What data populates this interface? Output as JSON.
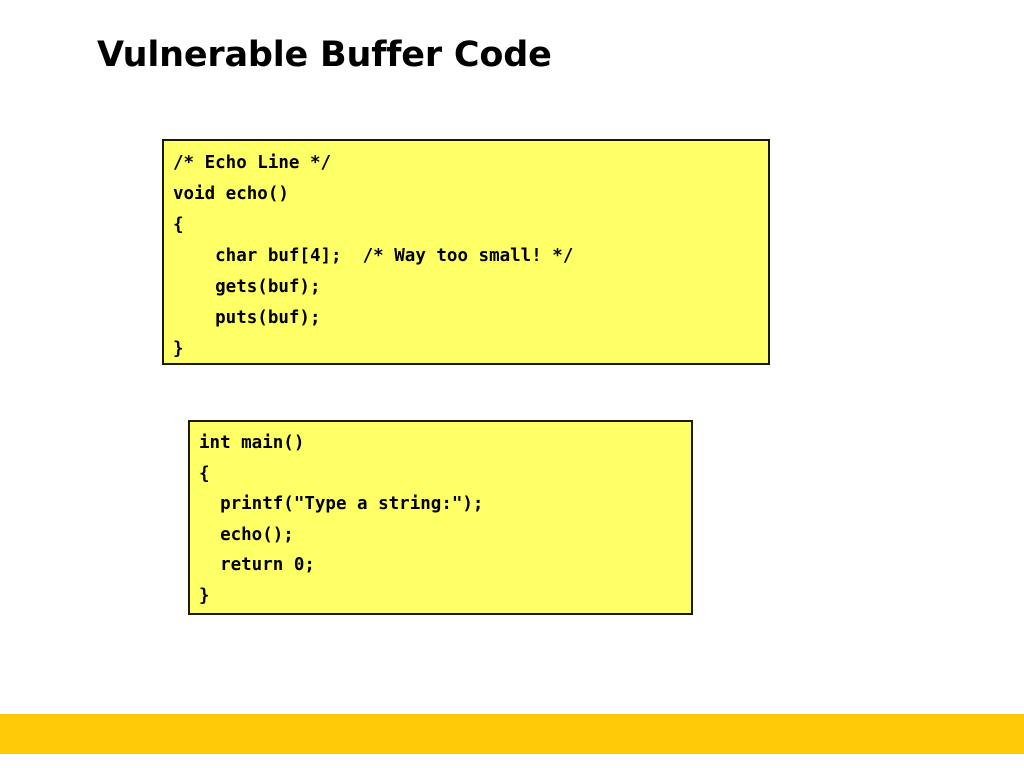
{
  "slide": {
    "title": "Vulnerable Buffer Code",
    "background_color": "#ffffff",
    "accent_color": "#ffc907",
    "code_fill_color": "#ffff66",
    "code_border_color": "#191905"
  },
  "code_blocks": [
    {
      "name": "echo-function",
      "lines": [
        "/* Echo Line */",
        "void echo()",
        "{",
        "    char buf[4];  /* Way too small! */",
        "    gets(buf);",
        "    puts(buf);",
        "}"
      ]
    },
    {
      "name": "main-function",
      "lines": [
        "int main()",
        "{",
        "  printf(\"Type a string:\");",
        "  echo();",
        "  return 0;",
        "}"
      ]
    }
  ]
}
